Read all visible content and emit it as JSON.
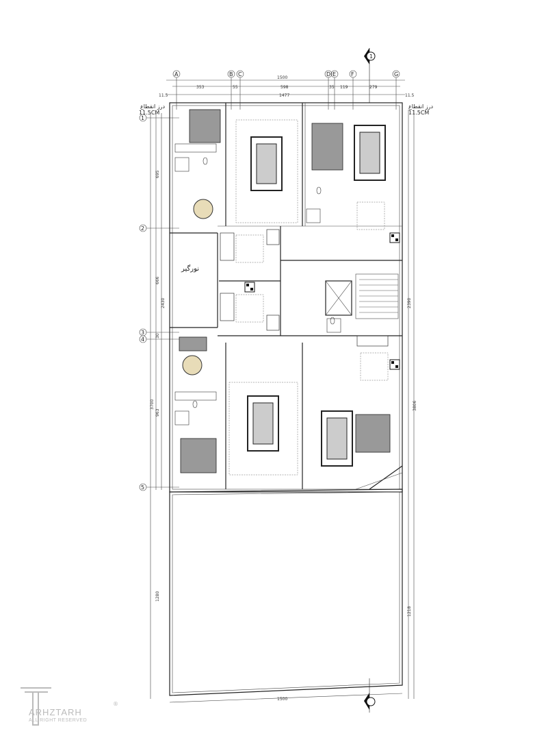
{
  "plan": {
    "grid_columns": [
      "A",
      "B",
      "C",
      "D",
      "E",
      "F",
      "G"
    ],
    "grid_rows": [
      "1",
      "2",
      "3",
      "4",
      "5"
    ],
    "top_dims": {
      "overall": "1500",
      "segments": [
        "353",
        "55",
        "598",
        "35",
        "119",
        "279"
      ],
      "side_left": "11.5",
      "inner": "1477",
      "side_right": "11.5"
    },
    "left_dims": [
      "695",
      "666",
      "2430",
      "30",
      "3700",
      "963",
      "1280"
    ],
    "right_dims": [
      "2390",
      "3806",
      "1218"
    ],
    "bottom_dim": "1500",
    "expansion_joint_label": "درز انقطاع",
    "expansion_joint_value": "11.5CM",
    "lightwell_label": "نورگیر",
    "section_marker": "1"
  },
  "watermark": {
    "name": "ARHZTARH",
    "subtitle": "ALL RIGHT RESERVED",
    "mark": "®"
  }
}
